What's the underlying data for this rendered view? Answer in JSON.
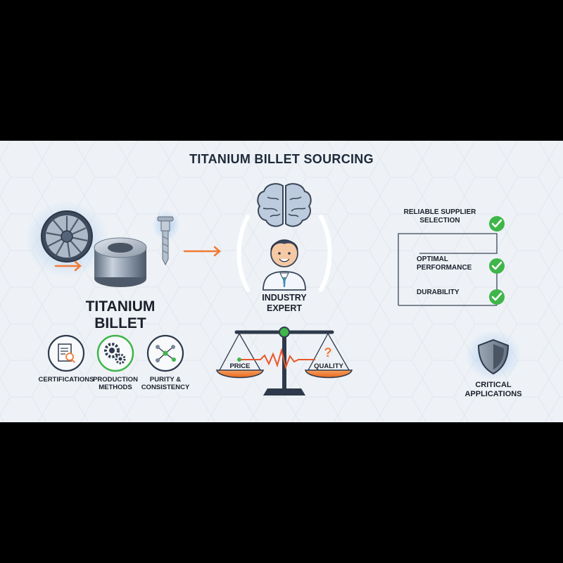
{
  "title": "TITANIUM BILLET SOURCING",
  "billet": {
    "label_line1": "TITANIUM",
    "label_line2": "BILLET"
  },
  "factors": [
    {
      "icon": "document-magnifier-icon",
      "label": "CERTIFICATIONS"
    },
    {
      "icon": "gears-icon",
      "label_line1": "PRODUCTION",
      "label_line2": "METHODS"
    },
    {
      "icon": "molecule-icon",
      "label_line1": "PURITY &",
      "label_line2": "CONSISTENCY"
    }
  ],
  "expert": {
    "label_line1": "INDUSTRY",
    "label_line2": "EXPERT"
  },
  "scale": {
    "left_pan": "PRICE",
    "right_pan": "QUALITY",
    "question_mark": "?"
  },
  "outcomes": [
    {
      "line1": "RELIABLE SUPPLIER",
      "line2": "SELECTION"
    },
    {
      "line1": "OPTIMAL",
      "line2": "PERFORMANCE"
    },
    {
      "line1": "DURABILITY"
    }
  ],
  "critical": {
    "label_line1": "CRITICAL",
    "label_line2": "APPLICATIONS"
  },
  "colors": {
    "background": "#eef2f6",
    "accent_orange": "#f07a35",
    "check_green": "#3fb54a",
    "steel": "#7a889a",
    "text_dark": "#1a1f2b"
  }
}
